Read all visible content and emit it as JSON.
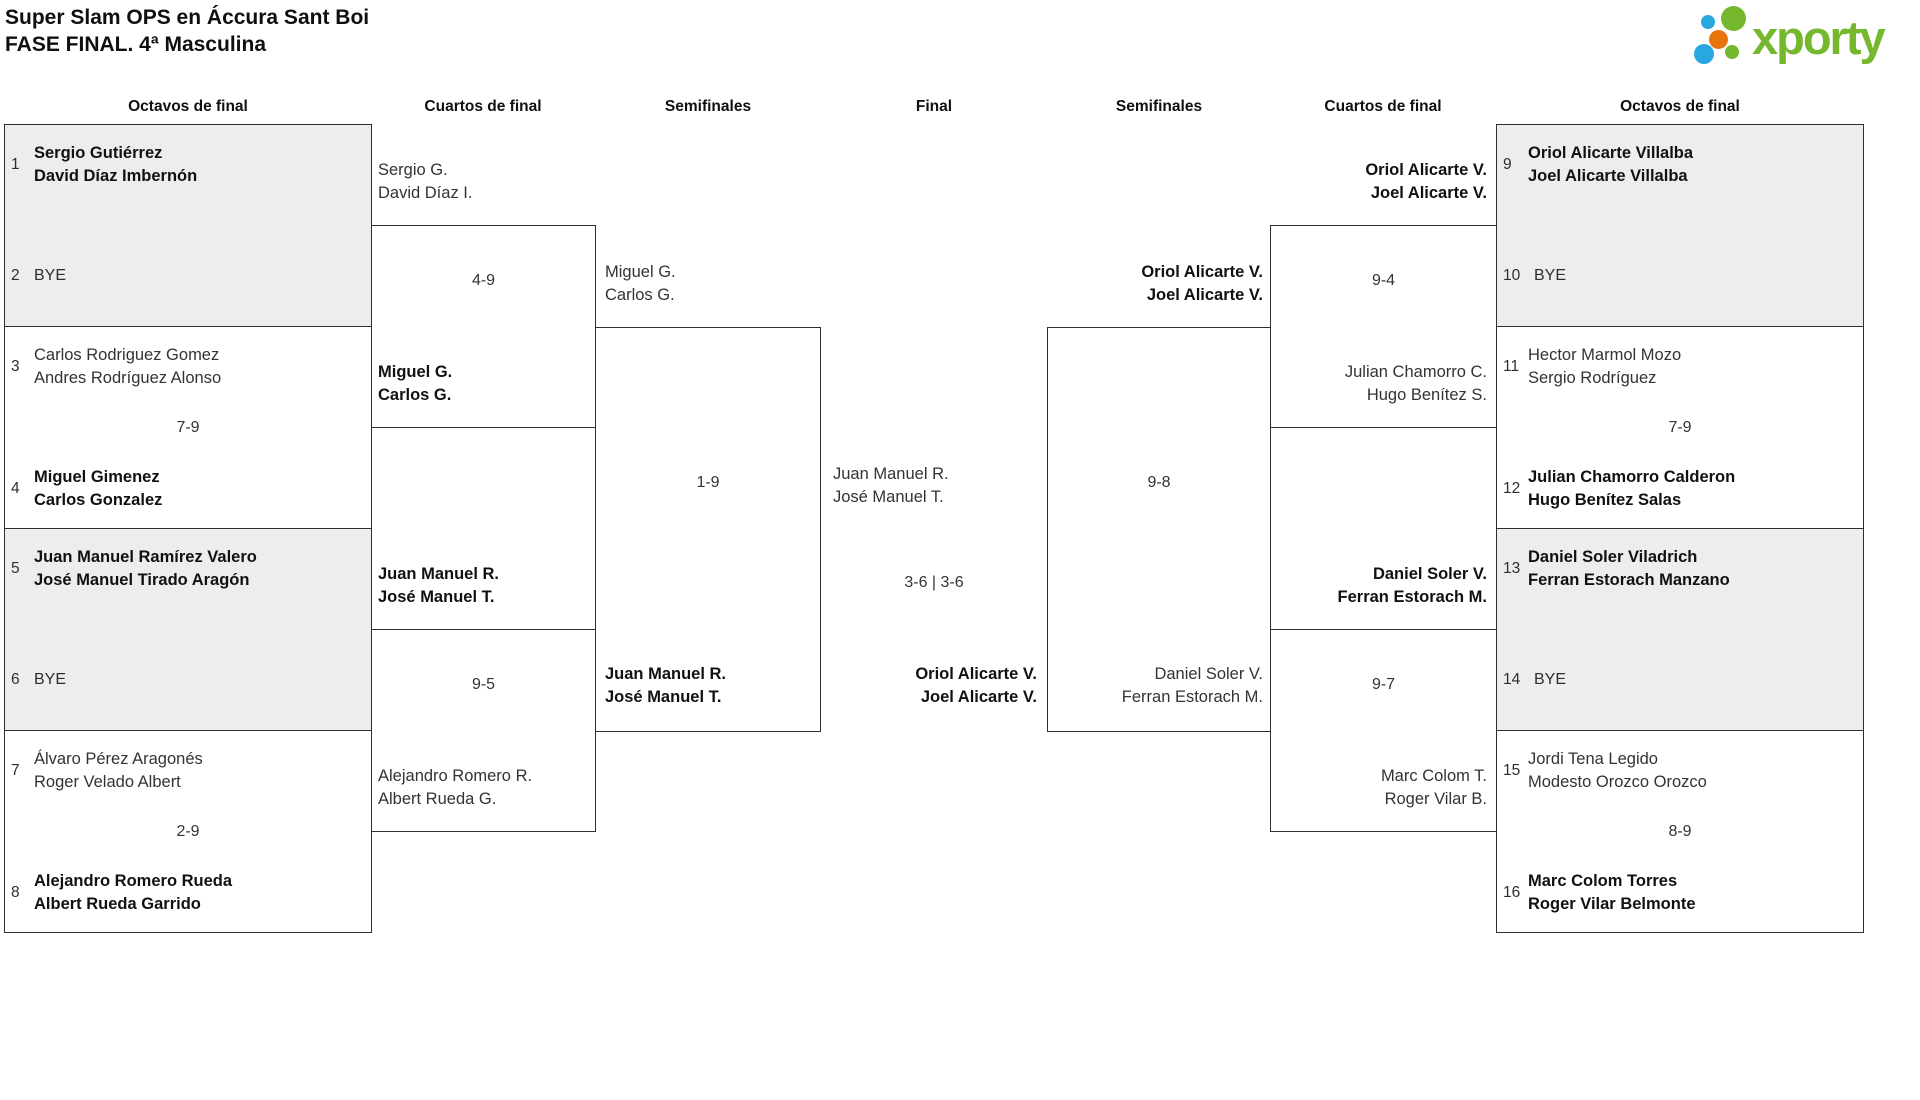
{
  "title": {
    "line1": "Super Slam OPS en Áccura Sant Boi",
    "line2": "FASE FINAL. 4ª Masculina"
  },
  "logo": {
    "text": "xporty",
    "green": "#76b82d",
    "blue": "#29a8e0",
    "orange": "#e8740e"
  },
  "round_headers": {
    "l_oct": "Octavos de final",
    "l_cua": "Cuartos de final",
    "l_semi": "Semifinales",
    "final": "Final",
    "r_semi": "Semifinales",
    "r_cua": "Cuartos de final",
    "r_oct": "Octavos de final"
  },
  "colors": {
    "box_border": "#2f2f2f",
    "box_gray": "#ededed",
    "winner_text": "#111111",
    "loser_text": "#333333"
  },
  "octavos_left": {
    "m1": {
      "n1": "1",
      "t1a": "Sergio Gutiérrez",
      "t1b": "David Díaz Imbernón",
      "n2": "2",
      "bye": "BYE"
    },
    "m2": {
      "n1": "3",
      "t1a": "Carlos Rodriguez Gomez",
      "t1b": "Andres Rodríguez Alonso",
      "score": "7-9",
      "n2": "4",
      "t2a": "Miguel Gimenez",
      "t2b": "Carlos Gonzalez"
    },
    "m3": {
      "n1": "5",
      "t1a": "Juan Manuel Ramírez Valero",
      "t1b": "José Manuel Tirado Aragón",
      "n2": "6",
      "bye": "BYE"
    },
    "m4": {
      "n1": "7",
      "t1a": "Álvaro Pérez Aragonés",
      "t1b": "Roger Velado Albert",
      "score": "2-9",
      "n2": "8",
      "t2a": "Alejandro Romero Rueda",
      "t2b": "Albert Rueda Garrido"
    }
  },
  "cuartos_left": {
    "m1": {
      "t1a": "Sergio G.",
      "t1b": "David Díaz I.",
      "score": "4-9",
      "t2a": "Miguel G.",
      "t2b": "Carlos G."
    },
    "m2": {
      "t1a": "Juan Manuel R.",
      "t1b": "José Manuel T.",
      "score": "9-5",
      "t2a": "Alejandro Romero R.",
      "t2b": "Albert Rueda G."
    }
  },
  "semis_left": {
    "t1a": "Miguel G.",
    "t1b": "Carlos G.",
    "score": "1-9",
    "t2a": "Juan Manuel R.",
    "t2b": "José Manuel T."
  },
  "final": {
    "t1a": "Juan Manuel R.",
    "t1b": "José Manuel T.",
    "score": "3-6 | 3-6",
    "t2a": "Oriol Alicarte V.",
    "t2b": "Joel Alicarte V."
  },
  "semis_right": {
    "t1a": "Oriol Alicarte V.",
    "t1b": "Joel Alicarte V.",
    "score": "9-8",
    "t2a": "Daniel Soler V.",
    "t2b": "Ferran Estorach M."
  },
  "cuartos_right": {
    "m1": {
      "t1a": "Oriol Alicarte V.",
      "t1b": "Joel Alicarte V.",
      "score": "9-4",
      "t2a": "Julian Chamorro C.",
      "t2b": "Hugo Benítez S."
    },
    "m2": {
      "t1a": "Daniel Soler V.",
      "t1b": "Ferran Estorach M.",
      "score": "9-7",
      "t2a": "Marc Colom T.",
      "t2b": "Roger Vilar B."
    }
  },
  "octavos_right": {
    "m1": {
      "n1": "9",
      "t1a": "Oriol Alicarte Villalba",
      "t1b": "Joel Alicarte Villalba",
      "n2": "10",
      "bye": "BYE"
    },
    "m2": {
      "n1": "11",
      "t1a": "Hector Marmol Mozo",
      "t1b": "Sergio Rodríguez",
      "score": "7-9",
      "n2": "12",
      "t2a": "Julian Chamorro Calderon",
      "t2b": "Hugo Benítez Salas"
    },
    "m3": {
      "n1": "13",
      "t1a": "Daniel Soler Viladrich",
      "t1b": "Ferran Estorach Manzano",
      "n2": "14",
      "bye": "BYE"
    },
    "m4": {
      "n1": "15",
      "t1a": "Jordi Tena Legido",
      "t1b": "Modesto Orozco Orozco",
      "score": "8-9",
      "n2": "16",
      "t2a": "Marc Colom Torres",
      "t2b": "Roger Vilar Belmonte"
    }
  }
}
